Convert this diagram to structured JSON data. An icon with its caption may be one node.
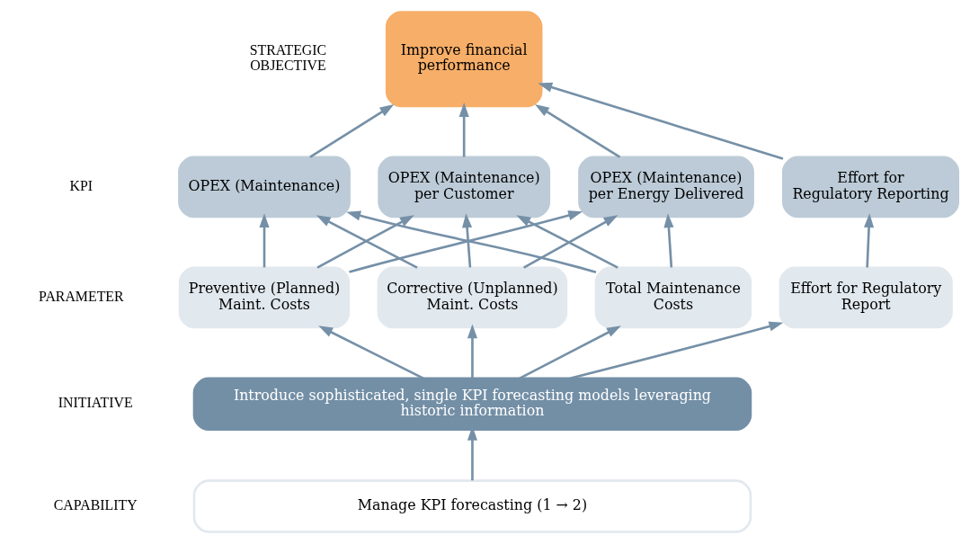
{
  "diagram": {
    "nodes": [
      {
        "text": [
          "Improve financial performance"
        ]
      },
      {
        "text": [
          "OPEX (Maintenance)"
        ]
      },
      {
        "text": [
          "OPEX (Maintenance) per Customer"
        ]
      },
      {
        "text": [
          "OPEX (Maintenance) per Energy Delivered"
        ]
      },
      {
        "text": [
          "Effort for Regulatory Reporting"
        ]
      },
      {
        "text": [
          "Preventive (Planned) Maint. Costs"
        ]
      },
      {
        "text": [
          "Corrective (Unplanned) Maint. Costs"
        ]
      },
      {
        "text": [
          "Total Maintenance Costs"
        ]
      },
      {
        "text": [
          "Effort for Regulatory Report"
        ]
      },
      {
        "text": [
          "Introduce sophisticated, single KPI forecasting models leveraging historic information"
        ]
      },
      {
        "text": [
          "Manage KPI forecasting (1 → 2)"
        ]
      }
    ],
    "edges": [
      {
        "from": 1,
        "to": 0,
        "arrow": "to"
      },
      {
        "from": 2,
        "to": 0,
        "arrow": "to"
      },
      {
        "from": 3,
        "to": 0,
        "arrow": "to"
      },
      {
        "from": 4,
        "to": 0,
        "arrow": "to"
      },
      {
        "from": 5,
        "to": 1,
        "arrow": "to"
      },
      {
        "from": 5,
        "to": 2,
        "arrow": "to"
      },
      {
        "from": 5,
        "to": 3,
        "arrow": "to"
      },
      {
        "from": 6,
        "to": 1,
        "arrow": "to"
      },
      {
        "from": 6,
        "to": 2,
        "arrow": "to"
      },
      {
        "from": 6,
        "to": 3,
        "arrow": "to"
      },
      {
        "from": 7,
        "to": 1,
        "arrow": "to"
      },
      {
        "from": 7,
        "to": 2,
        "arrow": "to"
      },
      {
        "from": 7,
        "to": 3,
        "arrow": "to"
      },
      {
        "from": 8,
        "to": 4,
        "arrow": "to"
      },
      {
        "from": 9,
        "to": 5,
        "arrow": "to"
      },
      {
        "from": 9,
        "to": 6,
        "arrow": "to"
      },
      {
        "from": 9,
        "to": 7,
        "arrow": "to"
      },
      {
        "from": 9,
        "to": 8,
        "arrow": "to"
      },
      {
        "from": 10,
        "to": 9,
        "arrow": "to"
      }
    ],
    "labels": [
      "STRATEGIC OBJECTIVE",
      "KPI",
      "PARAMETER",
      "INITIATIVE",
      "CAPABILITY"
    ]
  }
}
